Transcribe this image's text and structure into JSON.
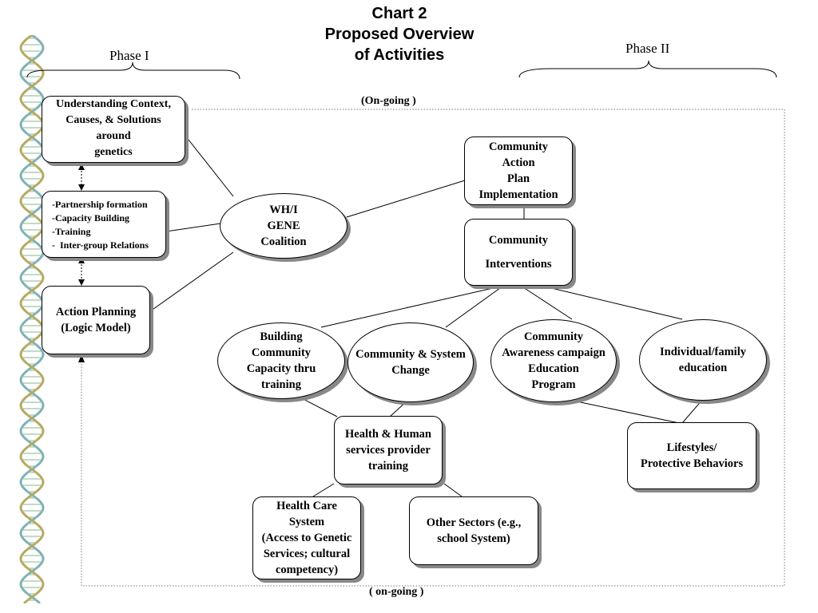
{
  "title": {
    "line1": "Chart  2",
    "line2": "Proposed Overview",
    "line3": "of Activities"
  },
  "phases": {
    "phase1": "Phase I",
    "phase2": "Phase II"
  },
  "ongoing_top": "(On-going )",
  "ongoing_bottom": "( on-going )",
  "nodes": {
    "understanding": "Understanding Context,\nCauses, & Solutions\naround\ngenetics",
    "partnership_items": [
      "-Partnership formation",
      "-Capacity Building",
      "-Training",
      "-  Inter-group Relations"
    ],
    "action_planning": "Action Planning\n(Logic Model)",
    "coalition": "WH/I\nGENE\nCoalition",
    "action_plan_impl": "Community\nAction\nPlan\nImplementation",
    "community_interventions": "Community\n\nInterventions",
    "building_capacity": "Building\nCommunity\nCapacity thru\ntraining",
    "system_change": "Community & System\nChange",
    "awareness": "Community\nAwareness campaign\nEducation\nProgram",
    "individual": "Individual/family\neducation",
    "provider_training": "Health & Human\nservices provider\ntraining",
    "lifestyles": "Lifestyles/\nProtective Behaviors",
    "health_care": "Health Care\nSystem\n(Access to Genetic\nServices; cultural\ncompetency)",
    "other_sectors": "Other Sectors (e.g.,\n school  System)"
  }
}
